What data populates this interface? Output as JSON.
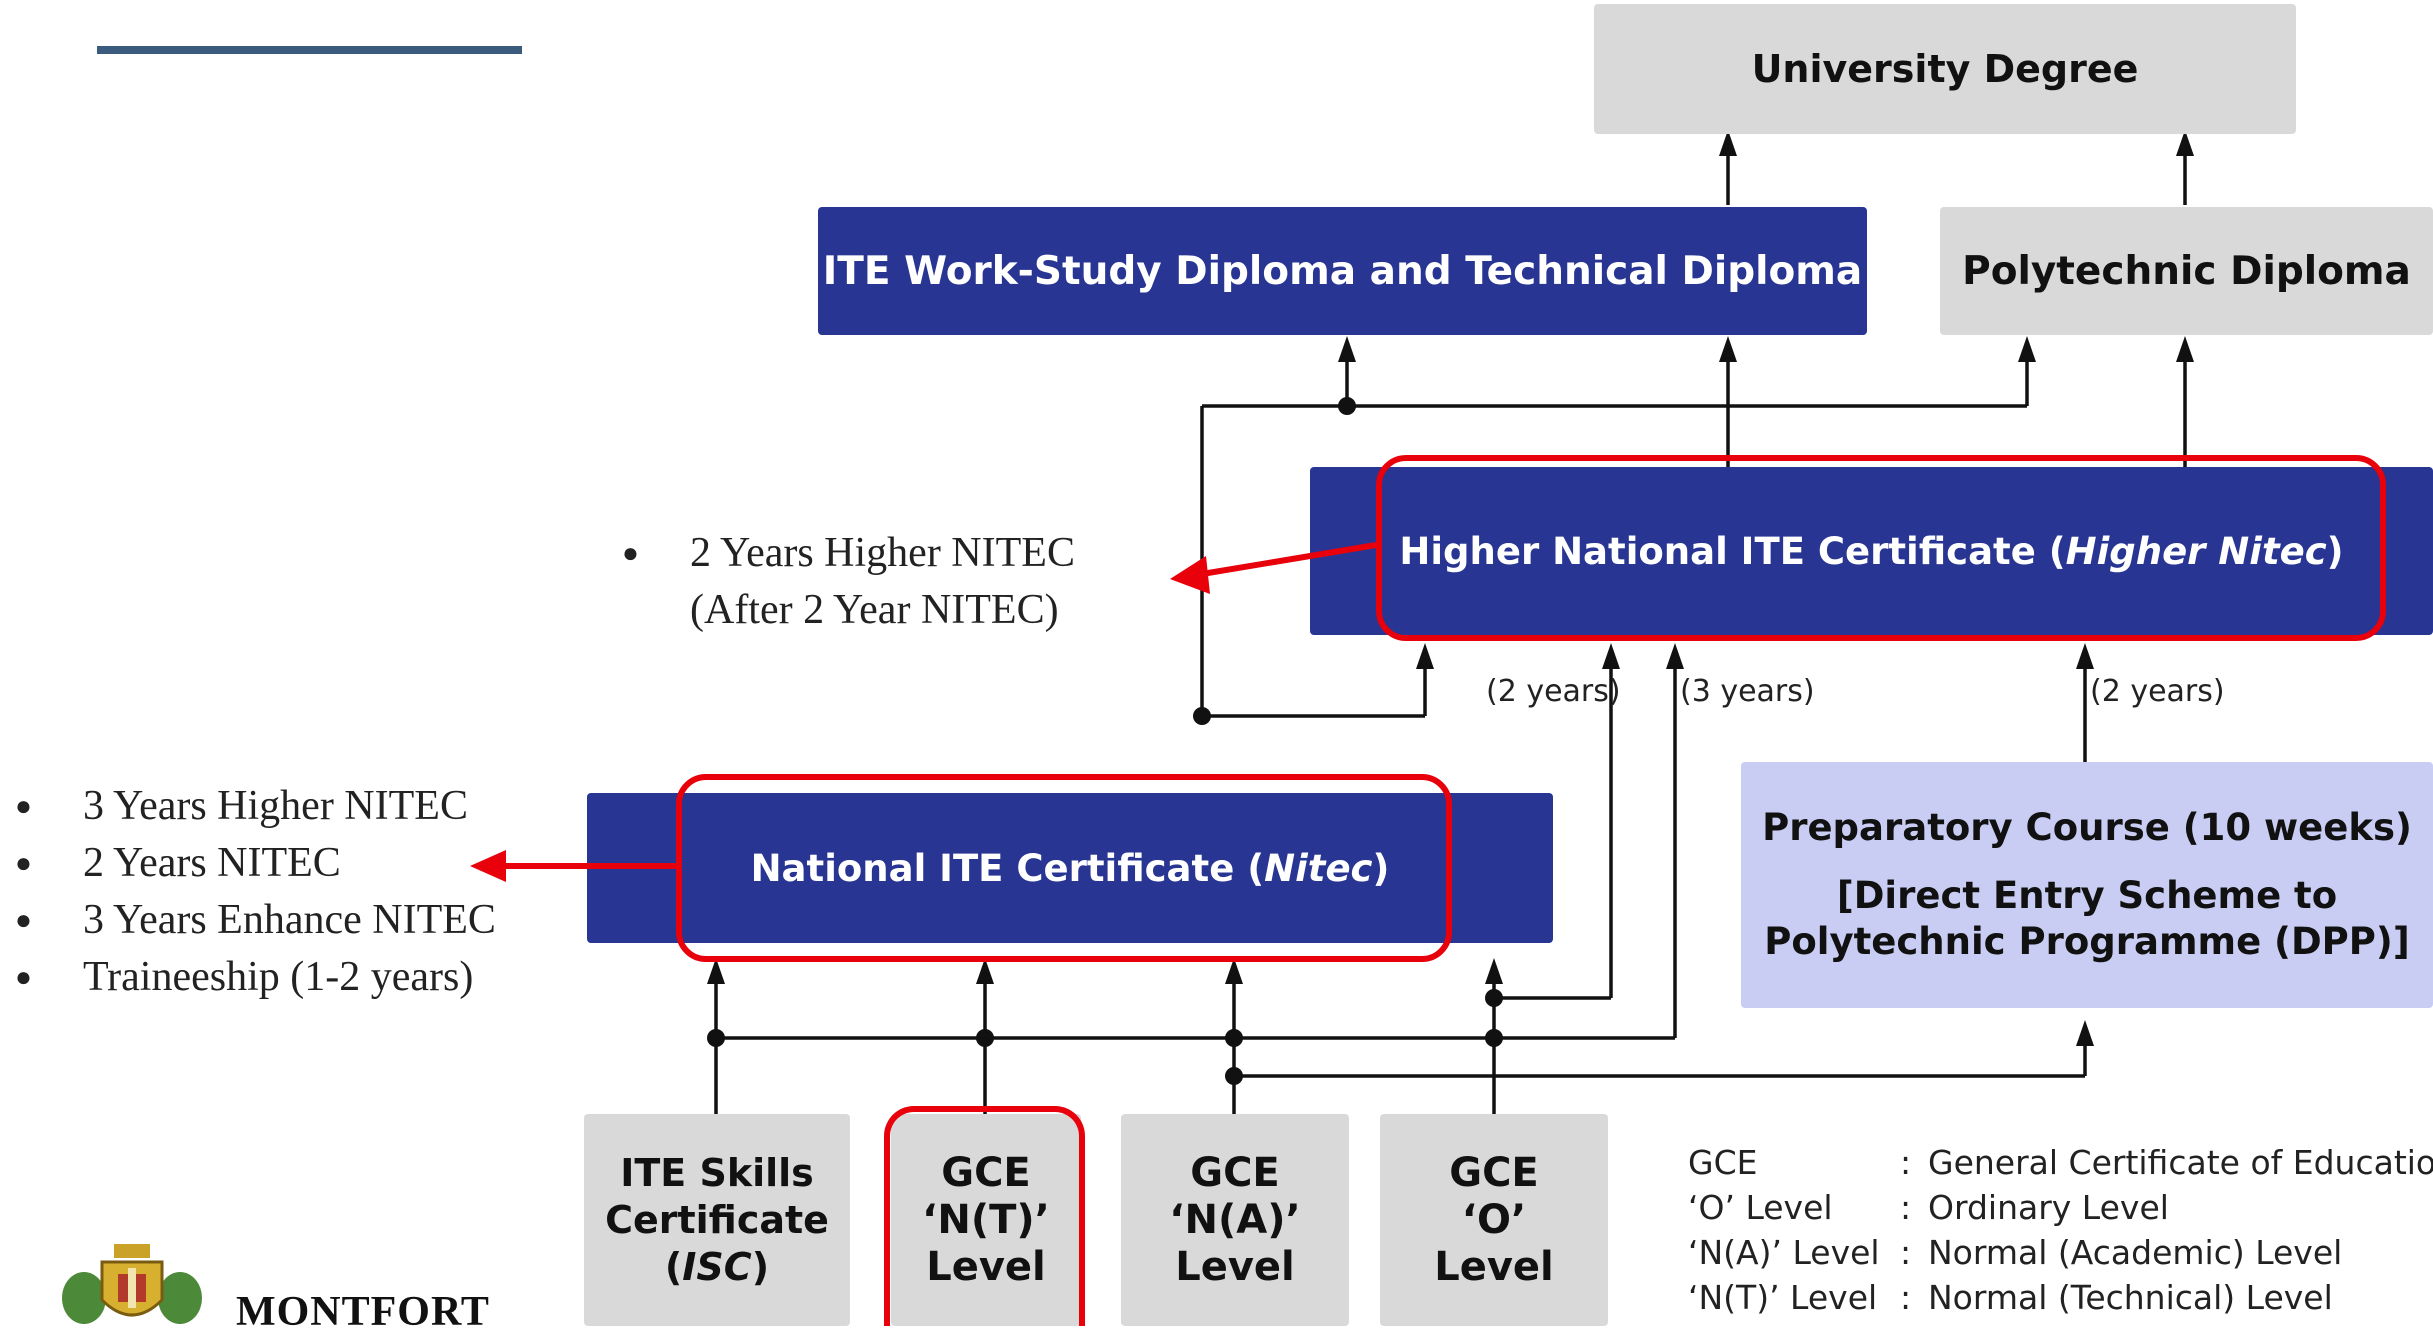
{
  "diagram": {
    "boxes": {
      "university": "University Degree",
      "ite_diploma": "ITE Work-Study Diploma and Technical Diploma",
      "poly_diploma": "Polytechnic Diploma",
      "higher_nitec_prefix": "Higher National ITE Certificate (",
      "higher_nitec_italic": "Higher Nitec",
      "higher_nitec_suffix": ")",
      "nitec_prefix": "National ITE Certificate (",
      "nitec_italic": "Nitec",
      "nitec_suffix": ")",
      "prep_line1": "Preparatory Course (10 weeks)",
      "prep_line2": "[Direct Entry Scheme to",
      "prep_line3": "Polytechnic Programme (DPP)]",
      "isc_line1": "ITE Skills",
      "isc_line2": "Certificate",
      "isc_line3_open": "(",
      "isc_line3_italic": "ISC",
      "isc_line3_close": ")",
      "gce_nt_line1": "GCE",
      "gce_nt_line2": "‘N(T)’",
      "gce_nt_line3": "Level",
      "gce_na_line1": "GCE",
      "gce_na_line2": "‘N(A)’",
      "gce_na_line3": "Level",
      "gce_o_line1": "GCE",
      "gce_o_line2": "‘O’",
      "gce_o_line3": "Level"
    },
    "durations": {
      "a": "(2 years)",
      "b": "(3 years)",
      "c": "(2 years)"
    },
    "legend": [
      {
        "term": "GCE",
        "sep": ":",
        "def": "General Certificate of Education"
      },
      {
        "term": "‘O’ Level",
        "sep": ":",
        "def": "Ordinary Level"
      },
      {
        "term": "‘N(A)’ Level",
        "sep": ":",
        "def": "Normal (Academic) Level"
      },
      {
        "term": "‘N(T)’ Level",
        "sep": ":",
        "def": "Normal (Technical) Level"
      }
    ]
  },
  "notes": {
    "higher_nitec": [
      "2 Years Higher NITEC",
      "(After 2 Year NITEC)"
    ],
    "nitec": [
      "3 Years Higher NITEC",
      "2 Years NITEC",
      "3 Years Enhance NITEC",
      "Traineeship (1-2 years)"
    ]
  },
  "logo": {
    "text": "MONTFORT"
  },
  "colors": {
    "navy": "#283593",
    "gray": "#d9d9d9",
    "lavender": "#c9cdf3",
    "highlight_red": "#e8000b",
    "accent_bar": "#3a5a7e"
  }
}
